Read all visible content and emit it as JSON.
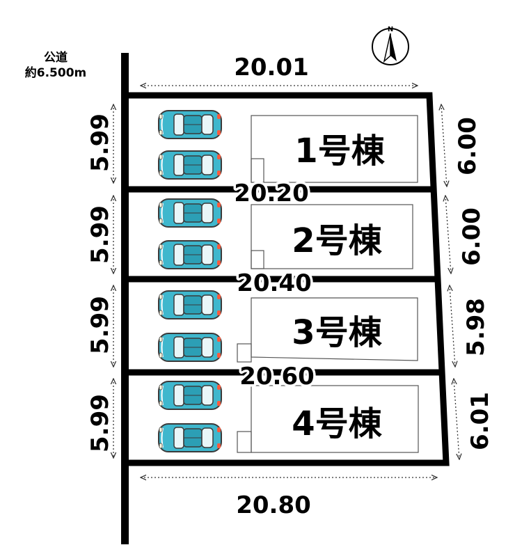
{
  "road": {
    "line1": "公道",
    "line2": "約6.500m"
  },
  "compass": {
    "north": "N"
  },
  "top_width": "20.01",
  "bottom_width": "20.80",
  "lots": [
    {
      "label": "1号棟",
      "left_depth": "5.99",
      "right_depth": "6.00",
      "rear_width": "20.20"
    },
    {
      "label": "2号棟",
      "left_depth": "5.99",
      "right_depth": "6.00",
      "rear_width": "20.40"
    },
    {
      "label": "3号棟",
      "left_depth": "5.99",
      "right_depth": "5.98",
      "rear_width": "20.60"
    },
    {
      "label": "4号棟",
      "left_depth": "5.99",
      "right_depth": "6.01"
    }
  ],
  "colors": {
    "car_body": "#3fb7cd",
    "car_outline": "#3a3a3a",
    "line": "#000000",
    "background": "#ffffff"
  }
}
